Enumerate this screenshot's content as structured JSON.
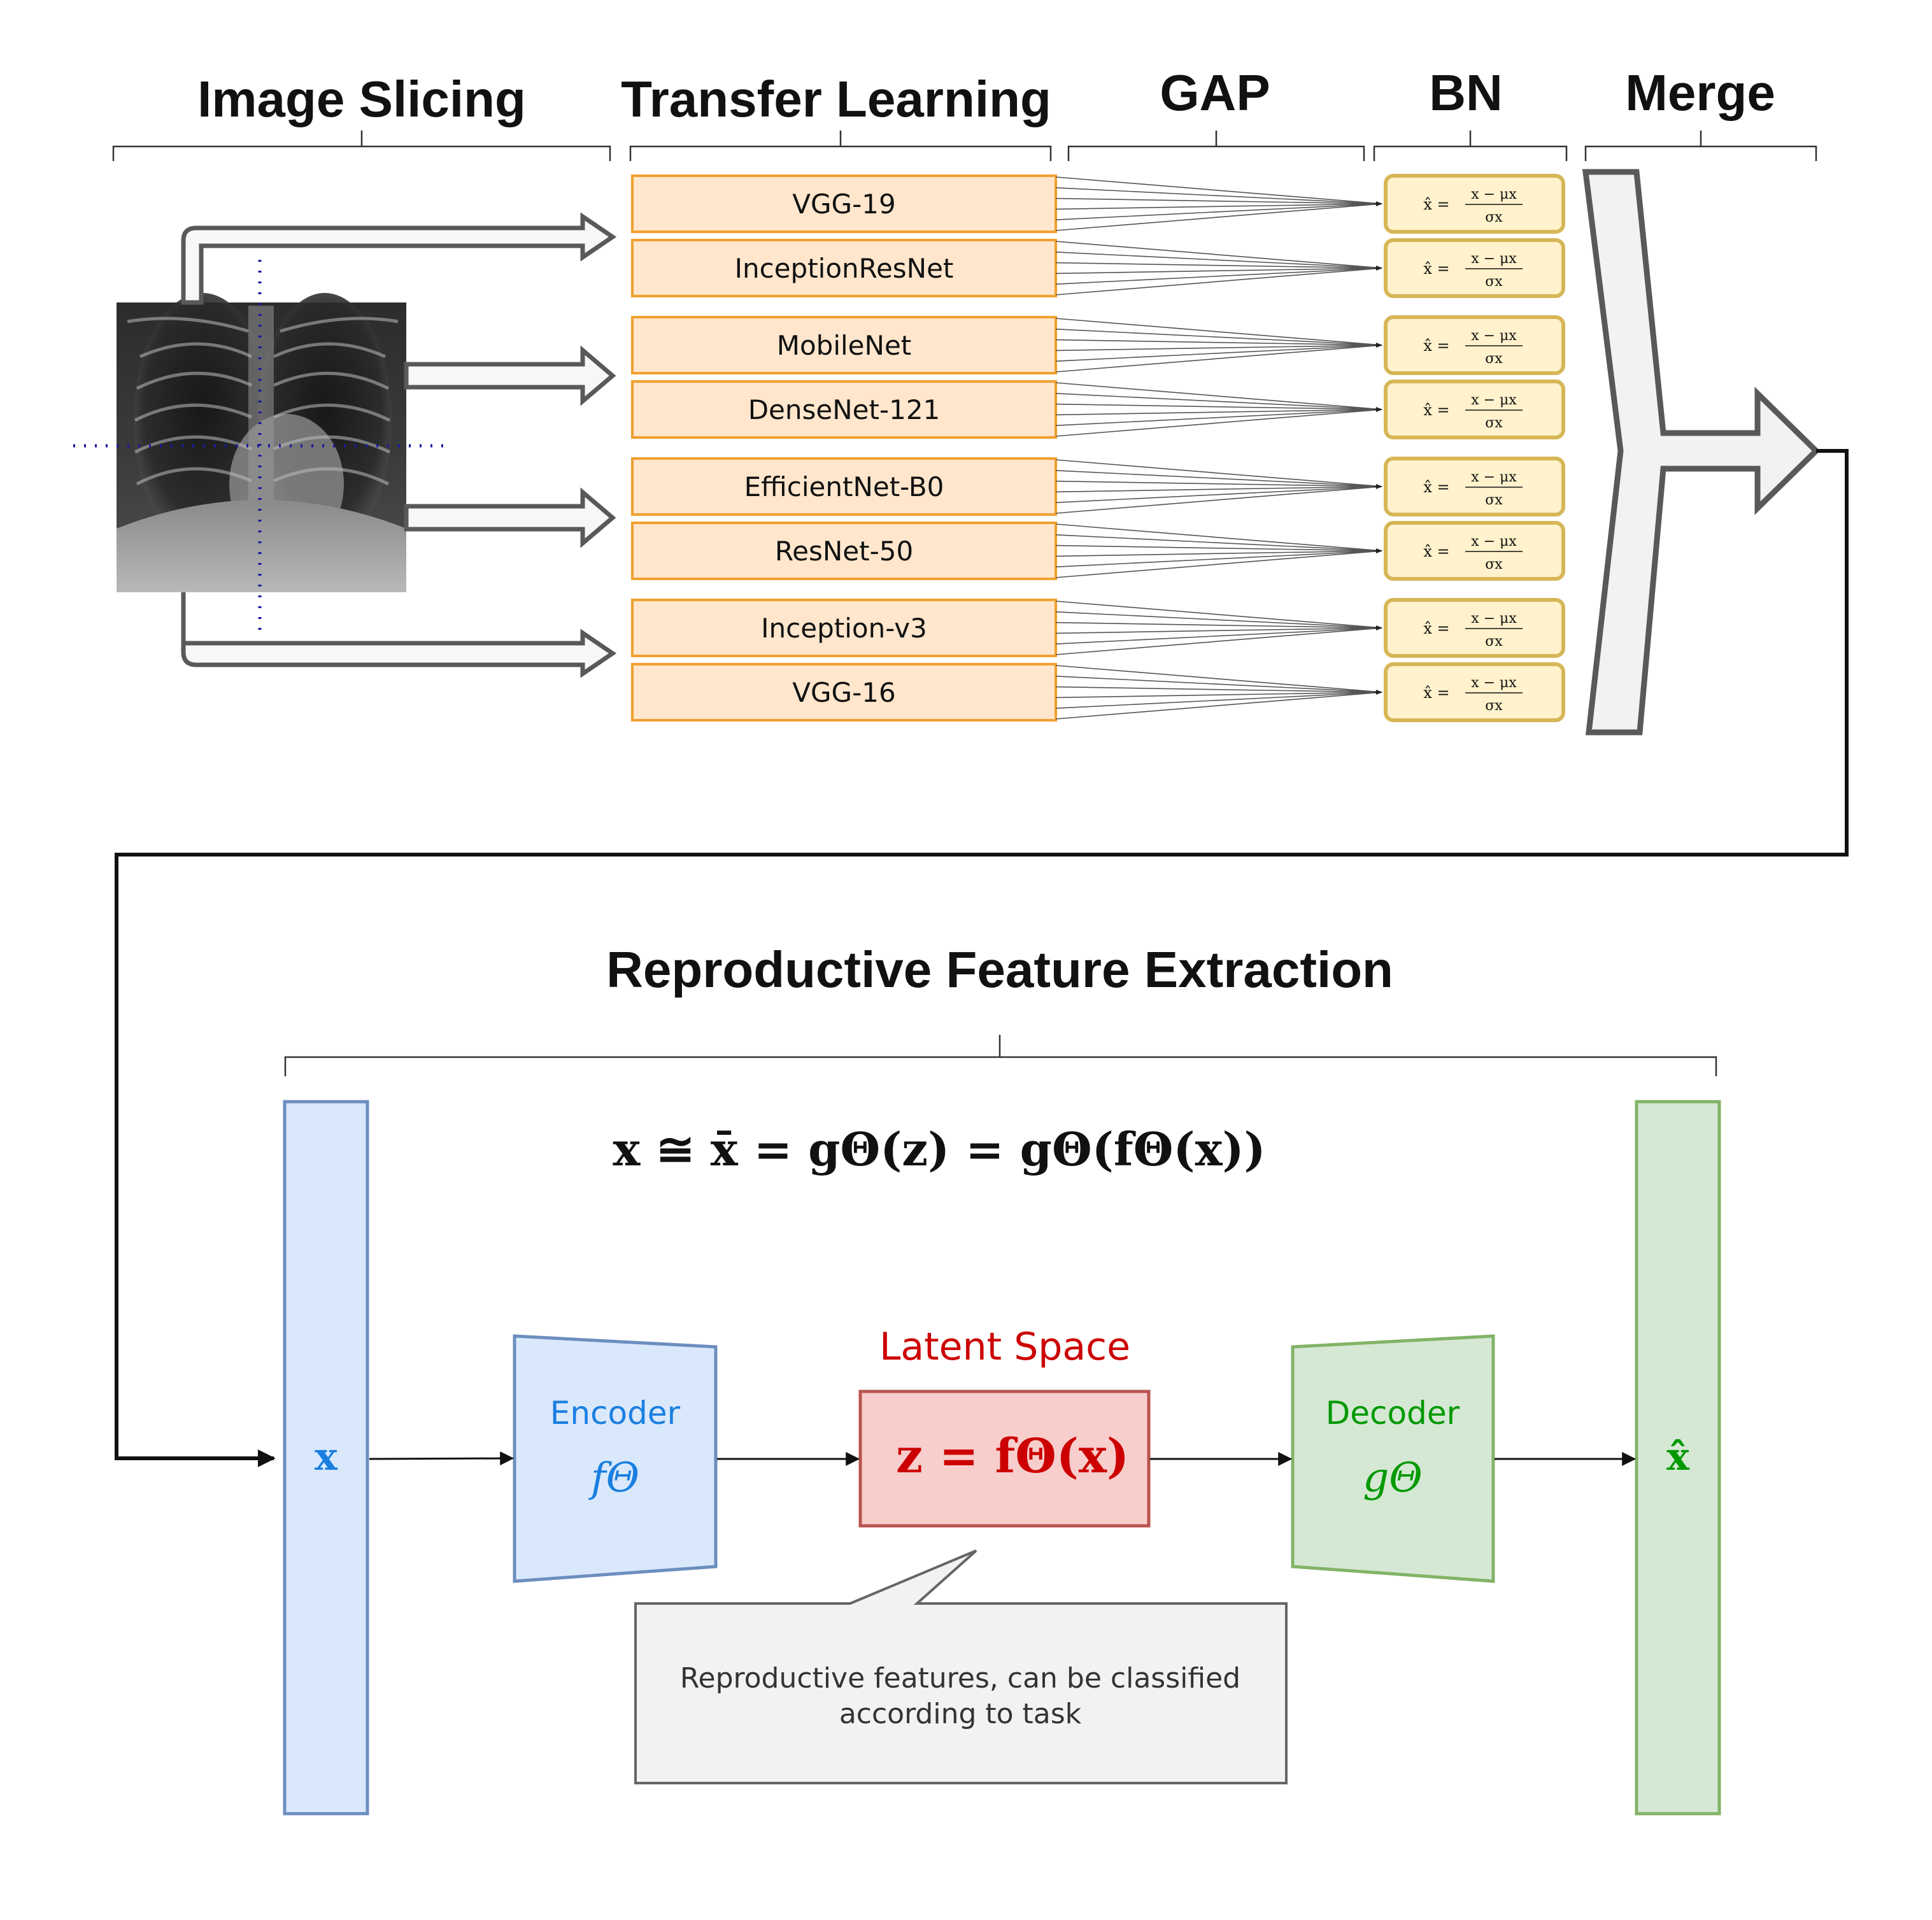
{
  "sections": {
    "image_slicing": "Image Slicing",
    "transfer_learning": "Transfer Learning",
    "gap": "GAP",
    "bn": "BN",
    "merge": "Merge",
    "feature_extraction": "Reproductive Feature Extraction"
  },
  "models": [
    "VGG-19",
    "InceptionResNet",
    "MobileNet",
    "DenseNet-121",
    "EfficientNet-B0",
    "ResNet-50",
    "Inception-v3",
    "VGG-16"
  ],
  "bn_formula": {
    "lhs": "x̂ =",
    "numerator": "x − μx",
    "denominator": "σx"
  },
  "colors": {
    "model_fill": "#ffe6cc",
    "model_stroke": "#f0a030",
    "bn_fill": "#fff2cc",
    "bn_stroke": "#d6b656",
    "input_fill": "#dae8fc",
    "input_stroke": "#6c8ebf",
    "latent_fill": "#f8cecc",
    "latent_stroke": "#b85450",
    "decoder_fill": "#d5e8d4",
    "decoder_stroke": "#82b366",
    "encoder_text": "#1a7fe0",
    "latent_text": "#cc0000",
    "decoder_text": "#009900"
  },
  "autoencoder": {
    "equation": "x ≅ x̄ = gΘ(z) = gΘ(fΘ(x))",
    "input_label": "x",
    "encoder_title": "Encoder",
    "encoder_fn": "fΘ",
    "latent_title": "Latent Space",
    "latent_eq": "z = fΘ(x)",
    "decoder_title": "Decoder",
    "decoder_fn": "gΘ",
    "output_label": "x̂",
    "callout_line1": "Reproductive features, can be classified",
    "callout_line2": "according to task"
  }
}
